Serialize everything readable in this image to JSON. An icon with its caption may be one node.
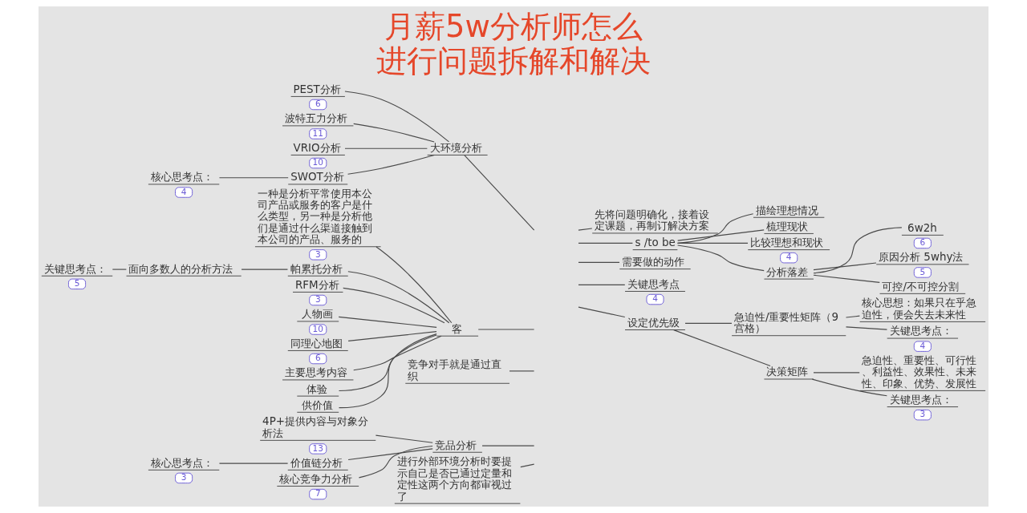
{
  "diagram": {
    "title": "月薪5w分析师怎么进行问题拆解和解决",
    "nodes": [
      {
        "text": [
          "大环境分析"
        ]
      },
      {
        "text": [
          "PEST分析"
        ],
        "beside": [
          "6"
        ]
      },
      {
        "text": [
          "波特五力分析"
        ],
        "beside": [
          "11"
        ]
      },
      {
        "text": [
          "VRIO分析"
        ],
        "beside": [
          "10"
        ]
      },
      {
        "text": [
          "SWOT分析"
        ]
      },
      {
        "text": [
          "核心思考点："
        ],
        "beside": [
          "4"
        ]
      },
      {
        "text": [
          "一种是分析平常使用本公司产品或服务的客户是什么类型，另一种是分析他们是通过什么渠道接触到本公司的产品、服务的"
        ],
        "beside": [
          "3"
        ]
      },
      {
        "text": [
          "关键思考点："
        ],
        "beside": [
          "5"
        ]
      },
      {
        "text": [
          "面向多数人的分析方法"
        ]
      },
      {
        "text": [
          "帕累托分析"
        ]
      },
      {
        "text": [
          "RFM分析"
        ],
        "beside": [
          "3"
        ]
      },
      {
        "text": [
          "人物画"
        ],
        "beside": [
          "10"
        ]
      },
      {
        "text": [
          "客"
        ]
      },
      {
        "text": [
          "同理心地图"
        ],
        "beside": [
          "6"
        ]
      },
      {
        "text": [
          "主要思考内容"
        ]
      },
      {
        "text": [
          "体验"
        ]
      },
      {
        "text": [
          "竞争对手就是通过直",
          "织"
        ]
      },
      {
        "text": [
          "供价值"
        ]
      },
      {
        "text": [
          "4P+提供内容与对象分析法"
        ],
        "beside": [
          "13"
        ]
      },
      {
        "text": [
          "竞品分析"
        ]
      },
      {
        "text": [
          "核心思考点："
        ],
        "beside": [
          "3"
        ]
      },
      {
        "text": [
          "价值链分析"
        ]
      },
      {
        "text": [
          "核心竞争力分析"
        ],
        "beside": [
          "7"
        ]
      },
      {
        "text": [
          "进行外部环境分析时要提示自己是否已通过定量和定性这两个方向都审视过了"
        ]
      },
      {
        "text": [
          "先将问题明确化，接着设定课题，再制订解决方案"
        ]
      },
      {
        "text": [
          "s /to be"
        ]
      },
      {
        "text": [
          "描绘理想情况"
        ]
      },
      {
        "text": [
          "梳理现状"
        ]
      },
      {
        "text": [
          "比较理想和现状"
        ],
        "beside": [
          "4"
        ]
      },
      {
        "text": [
          "分析落差"
        ]
      },
      {
        "text": [
          "6w2h"
        ],
        "beside": [
          "6"
        ]
      },
      {
        "text": [
          "原因分析 5why法"
        ],
        "beside": [
          "5"
        ]
      },
      {
        "text": [
          "可控/不可控分割"
        ]
      },
      {
        "text": [
          "需要做的动作"
        ]
      },
      {
        "text": [
          "关键思考点"
        ],
        "beside": [
          "4"
        ]
      },
      {
        "text": [
          "设定优先级"
        ]
      },
      {
        "text": [
          "急迫性/重要性矩阵（9宫格）"
        ]
      },
      {
        "text": [
          "核心思想：如果只在乎急迫性，便会失去未来性"
        ]
      },
      {
        "text": [
          "关键思考点："
        ],
        "beside": [
          "4"
        ]
      },
      {
        "text": [
          "决策矩阵"
        ]
      },
      {
        "text": [
          "急迫性、重要性、可行性、利益性、效果性、未来性、印象、优势、发展性"
        ]
      },
      {
        "text": [
          "关键思考点："
        ],
        "beside": [
          "3"
        ]
      }
    ],
    "edges": [
      {
        "from": 1,
        "to": 0,
        "arrow": "none"
      },
      {
        "from": 2,
        "to": 0,
        "arrow": "none"
      },
      {
        "from": 3,
        "to": 0,
        "arrow": "none"
      },
      {
        "from": 4,
        "to": 0,
        "arrow": "none"
      },
      {
        "from": 5,
        "to": 4,
        "arrow": "none"
      },
      {
        "from": 0,
        "to": null,
        "arrow": "none"
      },
      {
        "from": 6,
        "to": 12,
        "arrow": "none"
      },
      {
        "from": 9,
        "to": 12,
        "arrow": "none"
      },
      {
        "from": 8,
        "to": 9,
        "arrow": "none"
      },
      {
        "from": 7,
        "to": 8,
        "arrow": "none"
      },
      {
        "from": 10,
        "to": 12,
        "arrow": "none"
      },
      {
        "from": 11,
        "to": 12,
        "arrow": "none"
      },
      {
        "from": 13,
        "to": 12,
        "arrow": "none"
      },
      {
        "from": 14,
        "to": 12,
        "arrow": "none"
      },
      {
        "from": 15,
        "to": 12,
        "arrow": "none"
      },
      {
        "from": 17,
        "to": 12,
        "arrow": "none"
      },
      {
        "from": 12,
        "to": null,
        "arrow": "none"
      },
      {
        "from": 16,
        "to": null,
        "arrow": "none"
      },
      {
        "from": 18,
        "to": 19,
        "arrow": "none"
      },
      {
        "from": 21,
        "to": 19,
        "arrow": "none"
      },
      {
        "from": 20,
        "to": 21,
        "arrow": "none"
      },
      {
        "from": 22,
        "to": 19,
        "arrow": "none"
      },
      {
        "from": 19,
        "to": null,
        "arrow": "none"
      },
      {
        "from": 23,
        "to": null,
        "arrow": "none"
      },
      {
        "from": null,
        "to": 24,
        "arrow": "none"
      },
      {
        "from": null,
        "to": 25,
        "arrow": "none"
      },
      {
        "from": 25,
        "to": 26,
        "arrow": "none"
      },
      {
        "from": 25,
        "to": 27,
        "arrow": "none"
      },
      {
        "from": 25,
        "to": 28,
        "arrow": "none"
      },
      {
        "from": 25,
        "to": 29,
        "arrow": "none"
      },
      {
        "from": 29,
        "to": 30,
        "arrow": "none"
      },
      {
        "from": 29,
        "to": 31,
        "arrow": "none"
      },
      {
        "from": 29,
        "to": 32,
        "arrow": "none"
      },
      {
        "from": null,
        "to": 33,
        "arrow": "none"
      },
      {
        "from": null,
        "to": 34,
        "arrow": "none"
      },
      {
        "from": null,
        "to": 35,
        "arrow": "none"
      },
      {
        "from": 35,
        "to": 36,
        "arrow": "none"
      },
      {
        "from": 36,
        "to": 37,
        "arrow": "none"
      },
      {
        "from": 36,
        "to": 38,
        "arrow": "none"
      },
      {
        "from": 35,
        "to": 39,
        "arrow": "none"
      },
      {
        "from": 39,
        "to": 40,
        "arrow": "none"
      },
      {
        "from": 39,
        "to": 41,
        "arrow": "none"
      }
    ]
  }
}
